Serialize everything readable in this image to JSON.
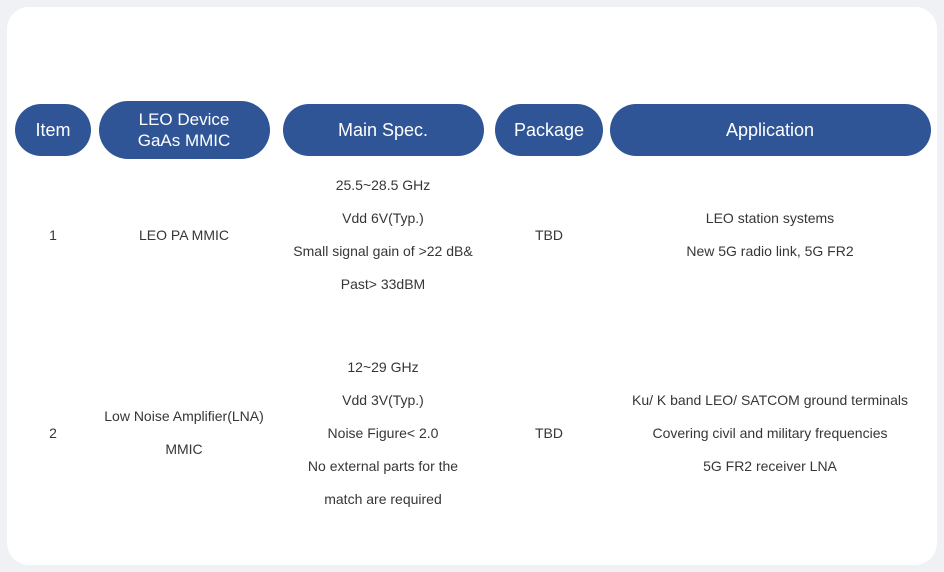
{
  "colors": {
    "page_bg": "#F0F1F4",
    "card_bg": "#FFFFFF",
    "header_pill": "#2F5597",
    "header_text": "#FFFFFF",
    "body_text": "#363636"
  },
  "table": {
    "headers": [
      {
        "id": "item",
        "lines": [
          "Item"
        ]
      },
      {
        "id": "device",
        "lines": [
          "LEO Device",
          "GaAs MMIC"
        ]
      },
      {
        "id": "spec",
        "lines": [
          "Main Spec."
        ]
      },
      {
        "id": "package",
        "lines": [
          "Package"
        ]
      },
      {
        "id": "application",
        "lines": [
          "Application"
        ]
      }
    ],
    "rows": [
      {
        "item": "1",
        "device": [
          "LEO PA MMIC"
        ],
        "spec": [
          "25.5~28.5 GHz",
          "Vdd 6V(Typ.)",
          "Small signal gain of >22 dB&",
          "Past> 33dBM"
        ],
        "package": "TBD",
        "application": [
          "LEO station systems",
          "New 5G radio link, 5G FR2"
        ]
      },
      {
        "item": "2",
        "device": [
          "Low Noise Amplifier(LNA)",
          "MMIC"
        ],
        "spec": [
          "12~29 GHz",
          "Vdd 3V(Typ.)",
          "Noise Figure< 2.0",
          "No external parts for the",
          "match are required"
        ],
        "package": "TBD",
        "application": [
          "Ku/ K band LEO/ SATCOM ground terminals",
          "Covering civil and military frequencies",
          "5G FR2 receiver LNA"
        ]
      }
    ]
  }
}
